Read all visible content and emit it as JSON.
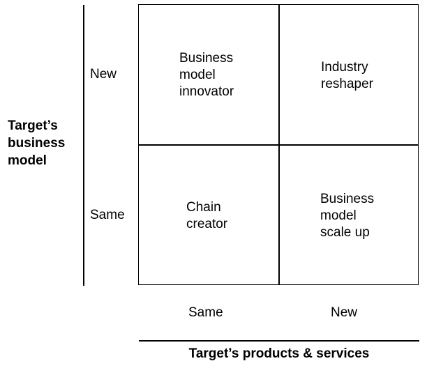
{
  "y_axis": {
    "title_lines": [
      "Target’s",
      "business",
      "model"
    ],
    "ticks": [
      "New",
      "Same"
    ]
  },
  "x_axis": {
    "title": "Target’s products & services",
    "ticks": [
      "Same",
      "New"
    ]
  },
  "quadrants": {
    "top_left": [
      "Business",
      "model",
      "innovator"
    ],
    "top_right": [
      "Industry",
      "reshaper"
    ],
    "bottom_left": [
      "Chain",
      "creator"
    ],
    "bottom_right": [
      "Business",
      "model",
      "scale up"
    ]
  }
}
